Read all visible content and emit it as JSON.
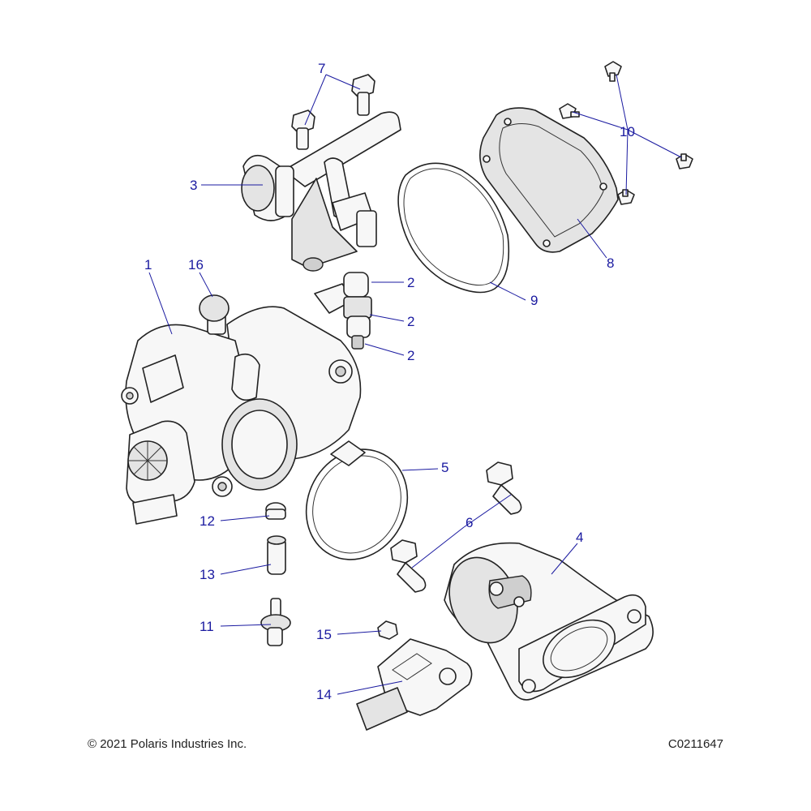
{
  "callouts": {
    "c1": "1",
    "c16": "16",
    "c3": "3",
    "c7": "7",
    "c2a": "2",
    "c2b": "2",
    "c2c": "2",
    "c9": "9",
    "c8": "8",
    "c10": "10",
    "c5": "5",
    "c6": "6",
    "c4": "4",
    "c12": "12",
    "c13": "13",
    "c11": "11",
    "c15": "15",
    "c14": "14"
  },
  "footer": {
    "copyright": "© 2021 Polaris Industries Inc.",
    "drawing_id": "C0211647"
  },
  "colors": {
    "callout": "#1a1aa0",
    "line_art": "#222222",
    "shade": "#e4e4e4"
  }
}
